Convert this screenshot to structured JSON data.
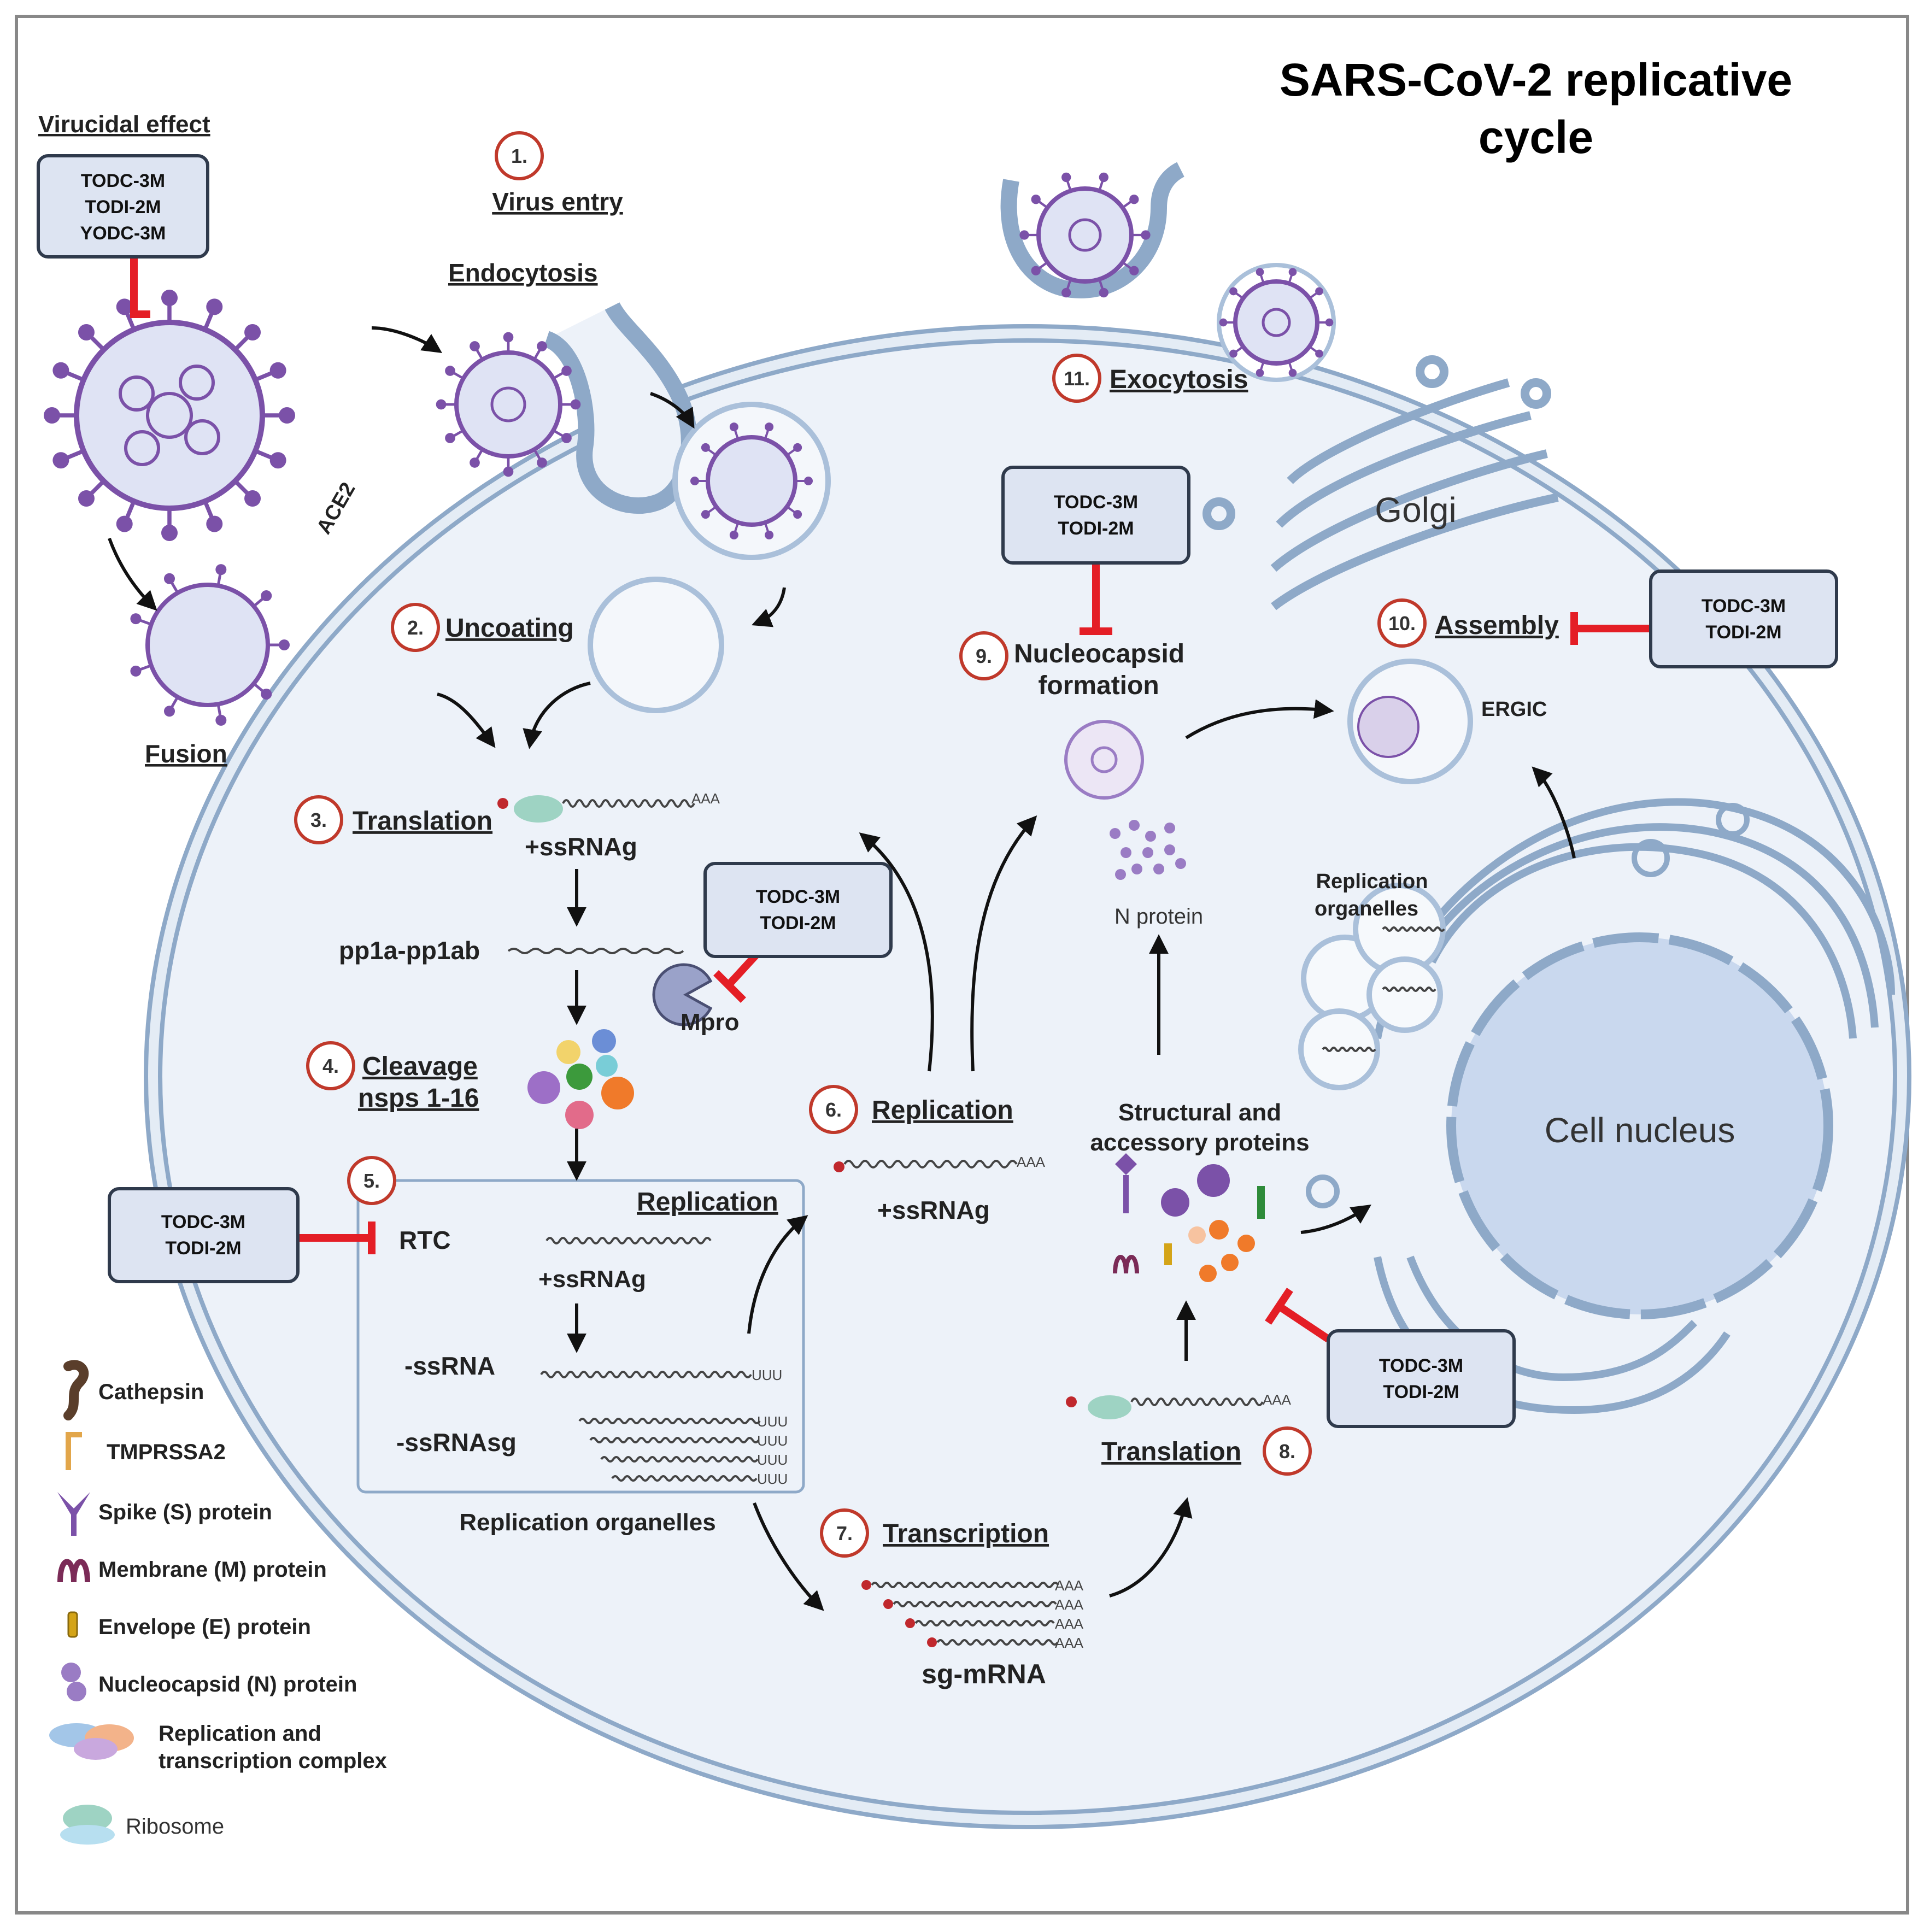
{
  "title": {
    "line1": "SARS-CoV-2 replicative",
    "line2": "cycle"
  },
  "colors": {
    "cell_fill": "#edf2f9",
    "membrane": "#8ea9c8",
    "drug_box_fill": "#dde4f2",
    "drug_box_border": "#2f3a4c",
    "inhibition": "#e41e26",
    "step_circle": "#c0392b",
    "virus_purple": "#7b51a8",
    "nucleus": "#c9d8ee"
  },
  "virucidal": {
    "label": "Virucidal effect",
    "drugs": [
      "TODC-3M",
      "TODI-2M",
      "YODC-3M"
    ]
  },
  "receptor_label": "ACE2",
  "steps": {
    "s1": {
      "num": "1.",
      "label": "Virus entry"
    },
    "endocytosis": "Endocytosis",
    "fusion": "Fusion",
    "s2": {
      "num": "2.",
      "label": "Uncoating"
    },
    "s3": {
      "num": "3.",
      "label": "Translation"
    },
    "s4": {
      "num": "4.",
      "label1": "Cleavage",
      "label2": "nsps 1-16"
    },
    "s5": {
      "num": "5.",
      "label": "Replication"
    },
    "s6": {
      "num": "6.",
      "label": "Replication"
    },
    "s7": {
      "num": "7.",
      "label": "Transcription"
    },
    "s8": {
      "num": "8.",
      "label": "Translation"
    },
    "s9": {
      "num": "9.",
      "label1": "Nucleocapsid",
      "label2": "formation"
    },
    "s10": {
      "num": "10.",
      "label": "Assembly"
    },
    "s11": {
      "num": "11.",
      "label": "Exocytosis"
    }
  },
  "labels": {
    "ssrnag": "+ssRNAg",
    "aaa": "AAA",
    "uuu": "UUU",
    "pp1a": "pp1a-pp1ab",
    "mpro": "Mpro",
    "rtc": "RTC",
    "neg_ssrna": "-ssRNA",
    "neg_ssrnasg": "-ssRNAsg",
    "replication_organelles": "Replication organelles",
    "sg_mrna": "sg-mRNA",
    "structural1": "Structural and",
    "structural2": "accessory proteins",
    "n_protein": "N protein",
    "golgi": "Golgi",
    "ergic": "ERGIC",
    "rep_org1": "Replication",
    "rep_org2": "organelles",
    "nucleus": "Cell nucleus"
  },
  "drug_boxes": {
    "mpro_box": [
      "TODC-3M",
      "TODI-2M"
    ],
    "rtc_box": [
      "TODC-3M",
      "TODI-2M"
    ],
    "nucleocapsid_box": [
      "TODC-3M",
      "TODI-2M"
    ],
    "assembly_box": [
      "TODC-3M",
      "TODI-2M"
    ],
    "structural_box": [
      "TODC-3M",
      "TODI-2M"
    ]
  },
  "legend": [
    {
      "icon": "cathepsin-icon",
      "label": "Cathepsin"
    },
    {
      "icon": "tmprss2-icon",
      "label": "TMPRSSA2"
    },
    {
      "icon": "spike-icon",
      "label": "Spike (S) protein"
    },
    {
      "icon": "membrane-protein-icon",
      "label": "Membrane (M) protein"
    },
    {
      "icon": "envelope-protein-icon",
      "label": "Envelope (E) protein"
    },
    {
      "icon": "nucleocapsid-icon",
      "label": "Nucleocapsid (N) protein"
    },
    {
      "icon": "rtc-icon",
      "label1": "Replication and",
      "label2": "transcription complex"
    },
    {
      "icon": "ribosome-icon",
      "label": "Ribosome"
    }
  ]
}
